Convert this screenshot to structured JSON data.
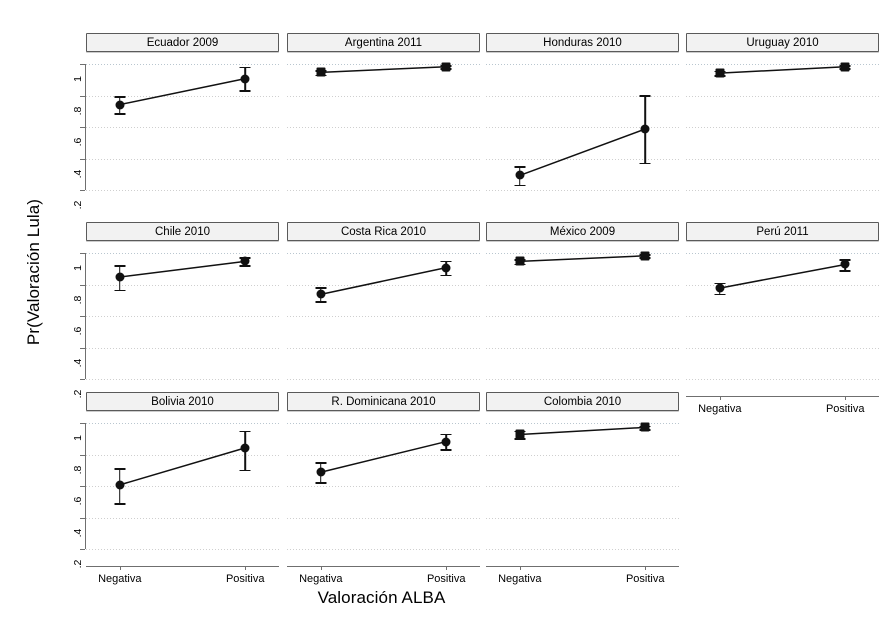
{
  "chart_data": {
    "type": "line",
    "title": "",
    "xlabel": "Valoración ALBA",
    "ylabel": "Pr(Valoración Lula)",
    "categories": [
      "Negativa",
      "Positiva"
    ],
    "ylim": [
      0.12,
      1.06
    ],
    "yticks": [
      0.2,
      0.4,
      0.6,
      0.8,
      1
    ],
    "ytick_labels": [
      ".2",
      ".4",
      ".6",
      ".8",
      "1"
    ],
    "grid": true,
    "legend": "none",
    "layout": "small-multiples 4 columns x 3 rows",
    "panels": [
      {
        "title": "Ecuador 2009",
        "row": 0,
        "col": 0,
        "marker": "circle",
        "values": [
          0.745,
          0.91
        ],
        "ci_low": [
          0.69,
          0.835
        ],
        "ci_high": [
          0.8,
          0.985
        ]
      },
      {
        "title": "Argentina 2011",
        "row": 0,
        "col": 1,
        "marker": "square",
        "values": [
          0.95,
          0.985
        ],
        "ci_low": [
          0.935,
          0.975
        ],
        "ci_high": [
          0.965,
          0.995
        ]
      },
      {
        "title": "Honduras 2010",
        "row": 0,
        "col": 2,
        "marker": "circle",
        "values": [
          0.295,
          0.59
        ],
        "ci_low": [
          0.235,
          0.375
        ],
        "ci_high": [
          0.355,
          0.805
        ]
      },
      {
        "title": "Uruguay 2010",
        "row": 0,
        "col": 3,
        "marker": "square",
        "values": [
          0.945,
          0.985
        ],
        "ci_low": [
          0.93,
          0.975
        ],
        "ci_high": [
          0.96,
          0.995
        ]
      },
      {
        "title": "Chile 2010",
        "row": 1,
        "col": 0,
        "marker": "circle",
        "values": [
          0.85,
          0.95
        ],
        "ci_low": [
          0.77,
          0.925
        ],
        "ci_high": [
          0.925,
          0.975
        ]
      },
      {
        "title": "Costa Rica 2010",
        "row": 1,
        "col": 1,
        "marker": "circle",
        "values": [
          0.74,
          0.91
        ],
        "ci_low": [
          0.695,
          0.865
        ],
        "ci_high": [
          0.785,
          0.955
        ]
      },
      {
        "title": "México 2009",
        "row": 1,
        "col": 2,
        "marker": "square",
        "values": [
          0.95,
          0.985
        ],
        "ci_low": [
          0.935,
          0.975
        ],
        "ci_high": [
          0.965,
          0.995
        ]
      },
      {
        "title": "Perú 2011",
        "row": 1,
        "col": 3,
        "marker": "circle",
        "values": [
          0.78,
          0.93
        ],
        "ci_low": [
          0.745,
          0.895
        ],
        "ci_high": [
          0.815,
          0.965
        ]
      },
      {
        "title": "Bolivia 2010",
        "row": 2,
        "col": 0,
        "marker": "circle",
        "values": [
          0.61,
          0.845
        ],
        "ci_low": [
          0.495,
          0.705
        ],
        "ci_high": [
          0.715,
          0.955
        ]
      },
      {
        "title": "R. Dominicana 2010",
        "row": 2,
        "col": 1,
        "marker": "circle",
        "values": [
          0.69,
          0.885
        ],
        "ci_low": [
          0.625,
          0.835
        ],
        "ci_high": [
          0.755,
          0.935
        ]
      },
      {
        "title": "Colombia 2010",
        "row": 2,
        "col": 2,
        "marker": "square",
        "values": [
          0.93,
          0.975
        ],
        "ci_low": [
          0.905,
          0.965
        ],
        "ci_high": [
          0.955,
          0.985
        ]
      }
    ],
    "colors": {
      "marker": "#111111",
      "line": "#111111",
      "grid": "#cfcfcf",
      "axis": "#6f6f6f",
      "panel_header_bg": "#f2f2f2",
      "panel_header_border": "#5a5a5a",
      "background": "#ffffff"
    }
  }
}
